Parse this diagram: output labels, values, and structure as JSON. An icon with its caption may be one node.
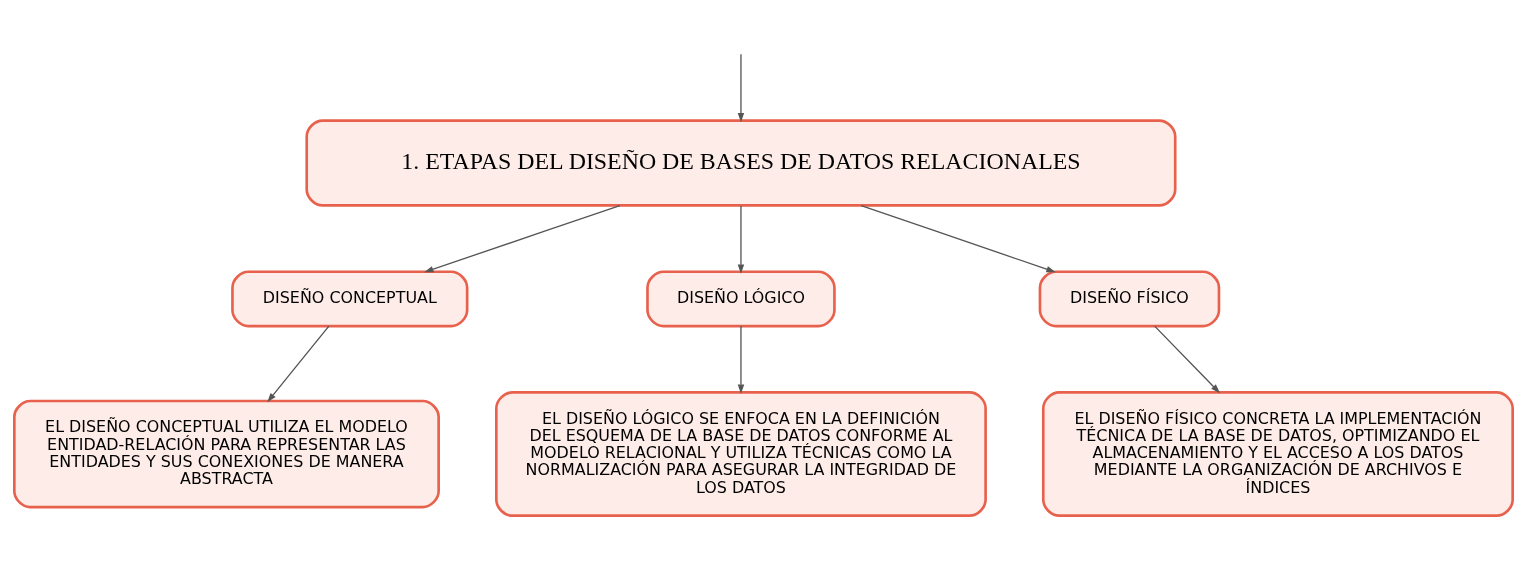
{
  "diagram": {
    "nodes": [
      {
        "text": [
          "1. ETAPAS DEL DISEÑO DE BASES DE DATOS RELACIONALES"
        ]
      },
      {
        "text": [
          "DISEÑO CONCEPTUAL"
        ]
      },
      {
        "text": [
          "DISEÑO LÓGICO"
        ]
      },
      {
        "text": [
          "DISEÑO FÍSICO"
        ]
      },
      {
        "text": [
          "EL DISEÑO CONCEPTUAL UTILIZA EL MODELO ENTIDAD-RELACIÓN PARA REPRESENTAR LAS ENTIDADES Y SUS CONEXIONES DE MANERA ABSTRACTA"
        ]
      },
      {
        "text": [
          "EL DISEÑO LÓGICO SE ENFOCA EN LA DEFINICIÓN DEL ESQUEMA DE LA BASE DE DATOS CONFORME AL MODELO RELACIONAL Y UTILIZA TÉCNICAS COMO LA NORMALIZACIÓN PARA ASEGURAR LA INTEGRIDAD DE LOS DATOS"
        ]
      },
      {
        "text": [
          "EL DISEÑO FÍSICO CONCRETA LA IMPLEMENTACIÓN TÉCNICA DE LA BASE DE DATOS, OPTIMIZANDO EL ALMACENAMIENTO Y EL ACCESO A LOS DATOS MEDIANTE LA ORGANIZACIÓN DE ARCHIVOS E ÍNDICES"
        ]
      }
    ],
    "edges": [
      {
        "from": null,
        "to": 0,
        "arrow": "to"
      },
      {
        "from": 0,
        "to": 1,
        "arrow": "to"
      },
      {
        "from": 0,
        "to": 2,
        "arrow": "to"
      },
      {
        "from": 0,
        "to": 3,
        "arrow": "to"
      },
      {
        "from": 1,
        "to": 4,
        "arrow": "to"
      },
      {
        "from": 2,
        "to": 5,
        "arrow": "to"
      },
      {
        "from": 3,
        "to": 6,
        "arrow": "to"
      }
    ]
  }
}
